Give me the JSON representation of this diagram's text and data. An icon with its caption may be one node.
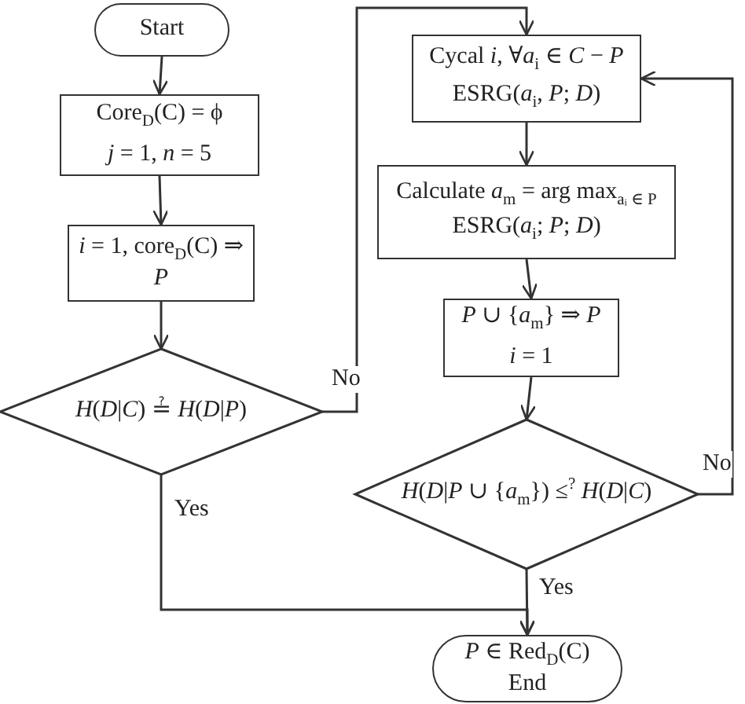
{
  "diagram": {
    "nodes": [
      {
        "text": [
          "Start"
        ]
      },
      {
        "text": [
          "Core$_{D}$(C) = ϕ",
          "*j* = 1, *n* = 5"
        ]
      },
      {
        "text": [
          "*i* = 1, core$_{D}$(C) ⇒ *P*"
        ]
      },
      {
        "text": [
          "*H*(*D*|*C*) ≟ *H*(*D*|*P*)"
        ]
      },
      {
        "text": [
          "Cycal *i*, ∀*a*$_{i}$ ∈ *C* − *P*",
          "ESRG(*a*$_{i}$, *P*; *D*)"
        ]
      },
      {
        "text": [
          "Calculate *a*$_{m}$ = arg max$_{aᵢ ∈ P}$",
          "ESRG(*a*$_{i}$; *P*; *D*)"
        ]
      },
      {
        "text": [
          "*P* ∪ {*a*$_{m}$} ⇒ *P*",
          "*i* = 1"
        ]
      },
      {
        "text": [
          "*H*(*D*|*P* ∪ {*a*$_{m}$}) ≤$^{?}$ *H*(*D*|*C*)"
        ]
      },
      {
        "text": [
          "*P* ∈ Red$_{D}$(C)",
          "End"
        ]
      }
    ],
    "edges": [
      {
        "from": 0,
        "to": 1,
        "arrow": "to"
      },
      {
        "from": 1,
        "to": 2,
        "arrow": "to"
      },
      {
        "from": 2,
        "to": 3,
        "arrow": "to"
      },
      {
        "from": 3,
        "to": 4,
        "arrow": "to",
        "label": "No"
      },
      {
        "from": 4,
        "to": 5,
        "arrow": "to"
      },
      {
        "from": 5,
        "to": 6,
        "arrow": "to"
      },
      {
        "from": 6,
        "to": 7,
        "arrow": "to"
      },
      {
        "from": 7,
        "to": 4,
        "arrow": "to",
        "label": "No"
      },
      {
        "from": 3,
        "to": 8,
        "arrow": "to",
        "label": "Yes"
      },
      {
        "from": 7,
        "to": 8,
        "arrow": "to",
        "label": "Yes"
      }
    ]
  }
}
